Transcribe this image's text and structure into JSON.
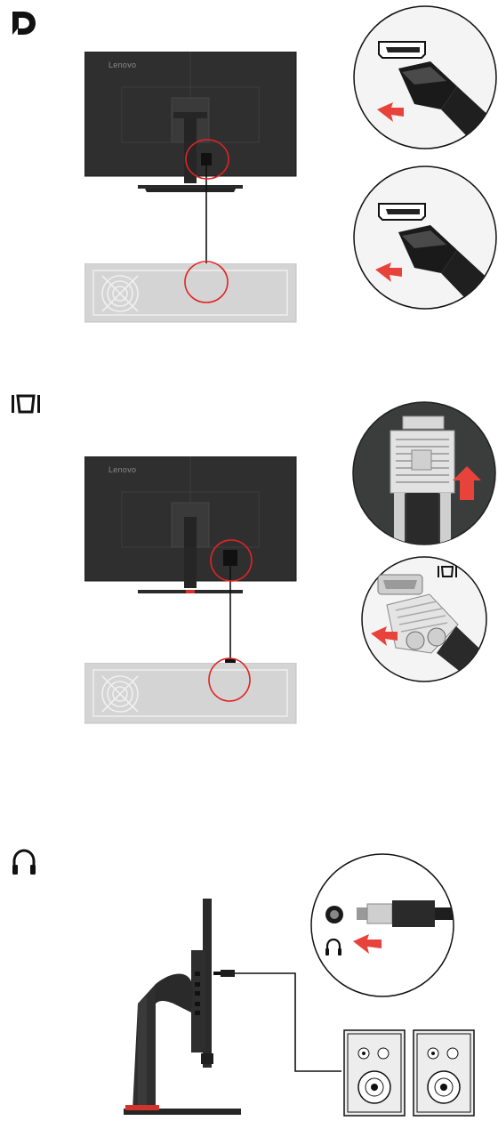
{
  "sections": [
    {
      "id": "displayport",
      "icon": "displayport-icon",
      "monitor_brand": "Lenovo",
      "steps": [
        "monitor-rear-port",
        "computer-port"
      ]
    },
    {
      "id": "vga",
      "icon": "vga-icon",
      "monitor_brand": "Lenovo",
      "port_label_icon": "vga-icon",
      "steps": [
        "monitor-rear-port",
        "computer-port"
      ]
    },
    {
      "id": "audio",
      "icon": "headphone-icon",
      "steps": [
        "monitor-side-audio-jack",
        "speakers"
      ]
    }
  ],
  "colors": {
    "monitor_body": "#2e2e2e",
    "pc_case": "#d4d4d4",
    "highlight_circle": "#e02424",
    "arrow": "#e8433a",
    "cable": "#111111",
    "stand_accent": "#d0342c"
  }
}
